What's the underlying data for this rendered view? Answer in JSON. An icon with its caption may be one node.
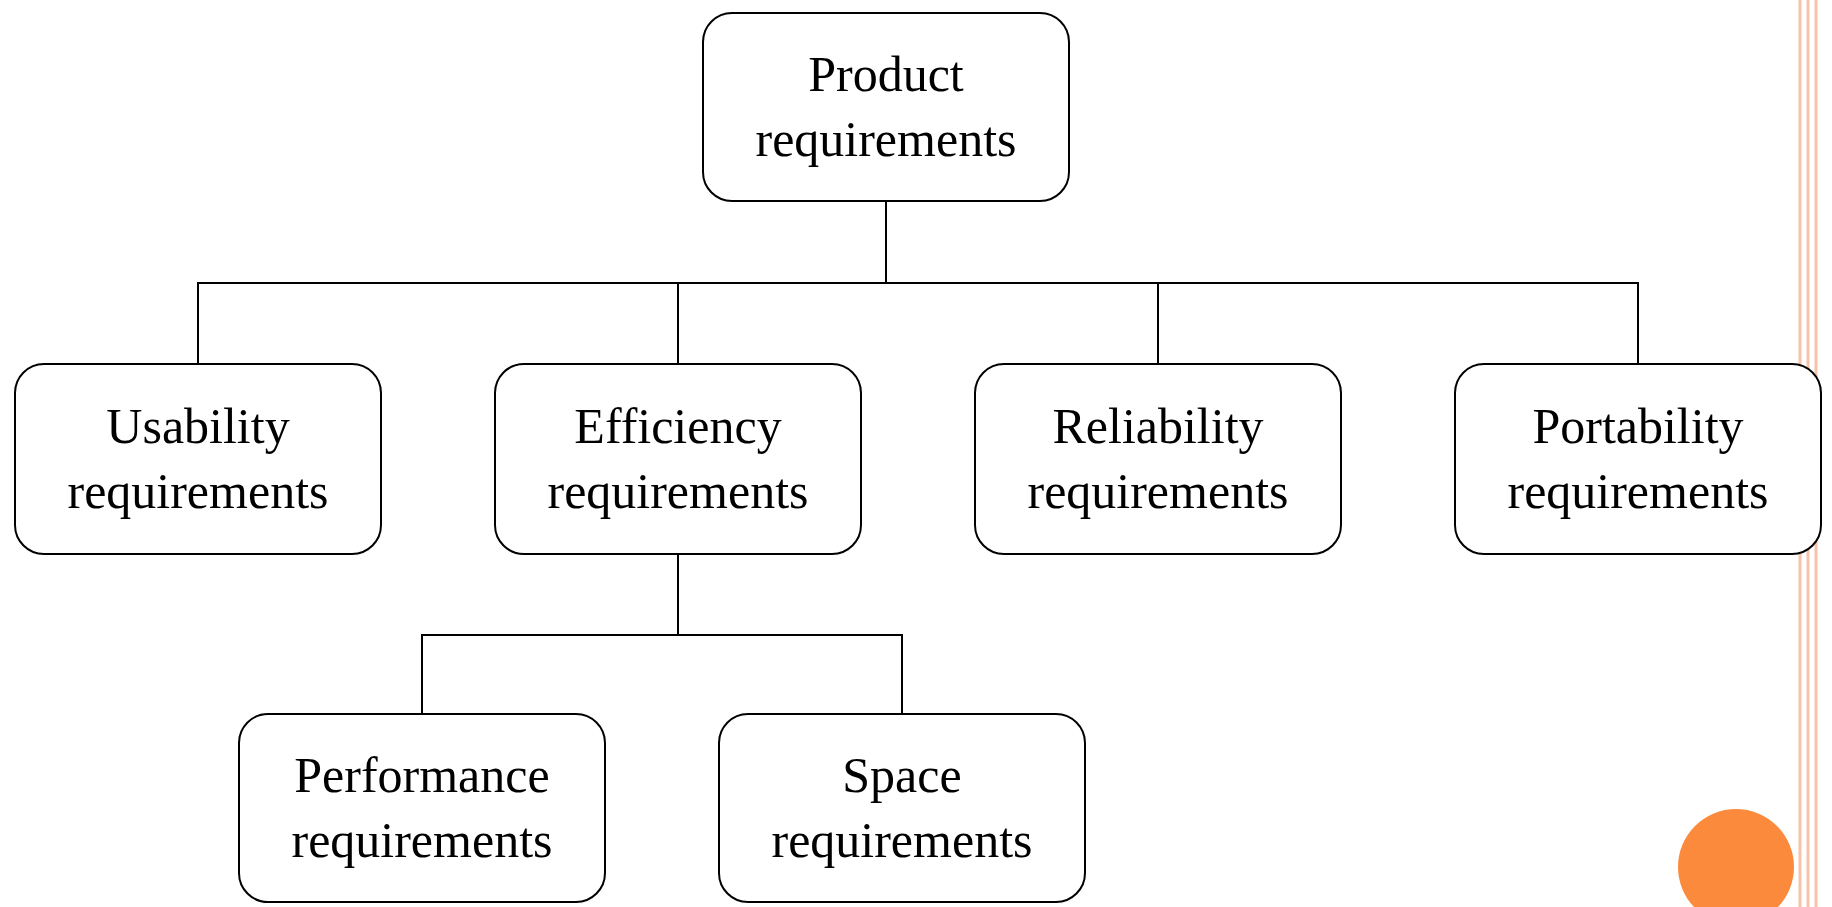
{
  "diagram": {
    "nodes": [
      {
        "text": [
          "Product requirements"
        ]
      },
      {
        "text": [
          "Usability requirements"
        ]
      },
      {
        "text": [
          "Efficiency requirements"
        ]
      },
      {
        "text": [
          "Reliability requirements"
        ]
      },
      {
        "text": [
          "Portability requirements"
        ]
      },
      {
        "text": [
          "Performance requirements"
        ]
      },
      {
        "text": [
          "Space requirements"
        ]
      }
    ],
    "edges": [
      {
        "from": 0,
        "to": 1,
        "arrow": "none"
      },
      {
        "from": 0,
        "to": 2,
        "arrow": "none"
      },
      {
        "from": 0,
        "to": 3,
        "arrow": "none"
      },
      {
        "from": 0,
        "to": 4,
        "arrow": "none"
      },
      {
        "from": 2,
        "to": 5,
        "arrow": "none"
      },
      {
        "from": 2,
        "to": 6,
        "arrow": "none"
      }
    ]
  }
}
